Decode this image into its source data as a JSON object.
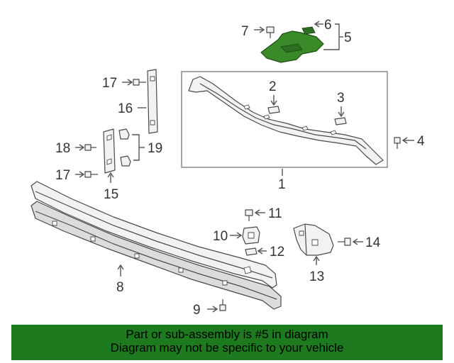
{
  "diagram": {
    "callouts": {
      "c1": "1",
      "c2": "2",
      "c3": "3",
      "c4": "4",
      "c5": "5",
      "c6": "6",
      "c7": "7",
      "c8": "8",
      "c9": "9",
      "c10": "10",
      "c11": "11",
      "c12": "12",
      "c13": "13",
      "c14": "14",
      "c15": "15",
      "c16": "16",
      "c17a": "17",
      "c17b": "17",
      "c18": "18",
      "c19": "19"
    },
    "highlight_color": "#3a8a2a"
  },
  "banner": {
    "line1": "Part or sub-assembly is #5 in diagram",
    "line2": "Diagram may not be specific to your vehicle",
    "background": "#1e7a1e"
  }
}
